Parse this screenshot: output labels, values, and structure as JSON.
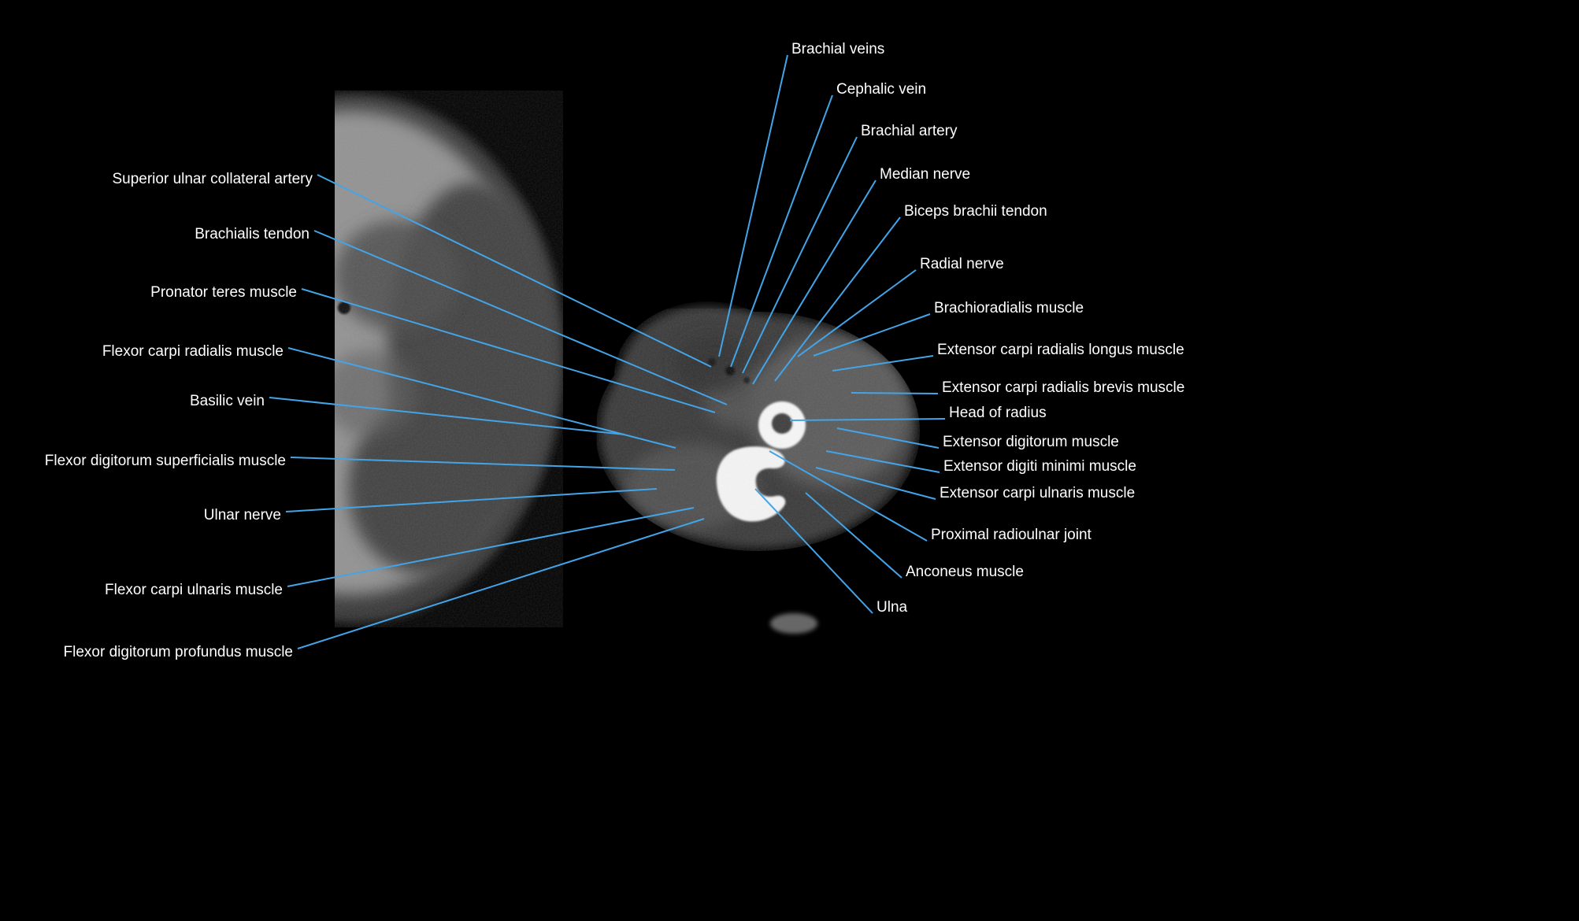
{
  "figure": {
    "description": "Axial CT image of the elbow region with anatomical structure labels",
    "background_color": "#000000",
    "leader_line_color": "#43a4e8",
    "label_text_color": "#ffffff"
  },
  "labels": {
    "left": [
      {
        "text": "Superior ulnar collateral artery"
      },
      {
        "text": "Brachialis tendon"
      },
      {
        "text": "Pronator teres muscle"
      },
      {
        "text": "Flexor carpi radialis muscle"
      },
      {
        "text": "Basilic vein"
      },
      {
        "text": "Flexor digitorum superficialis muscle"
      },
      {
        "text": "Ulnar nerve"
      },
      {
        "text": "Flexor carpi ulnaris muscle"
      },
      {
        "text": "Flexor digitorum profundus muscle"
      }
    ],
    "right": [
      {
        "text": "Brachial veins"
      },
      {
        "text": "Cephalic vein"
      },
      {
        "text": "Brachial artery"
      },
      {
        "text": "Median nerve"
      },
      {
        "text": "Biceps brachii tendon"
      },
      {
        "text": "Radial nerve"
      },
      {
        "text": "Brachioradialis muscle"
      },
      {
        "text": "Extensor carpi radialis longus muscle"
      },
      {
        "text": "Extensor carpi radialis brevis muscle"
      },
      {
        "text": "Head of radius"
      },
      {
        "text": "Extensor digitorum muscle"
      },
      {
        "text": "Extensor digiti minimi muscle"
      },
      {
        "text": "Extensor carpi ulnaris muscle"
      },
      {
        "text": "Proximal radioulnar joint"
      },
      {
        "text": "Anconeus muscle"
      },
      {
        "text": "Ulna"
      }
    ]
  }
}
